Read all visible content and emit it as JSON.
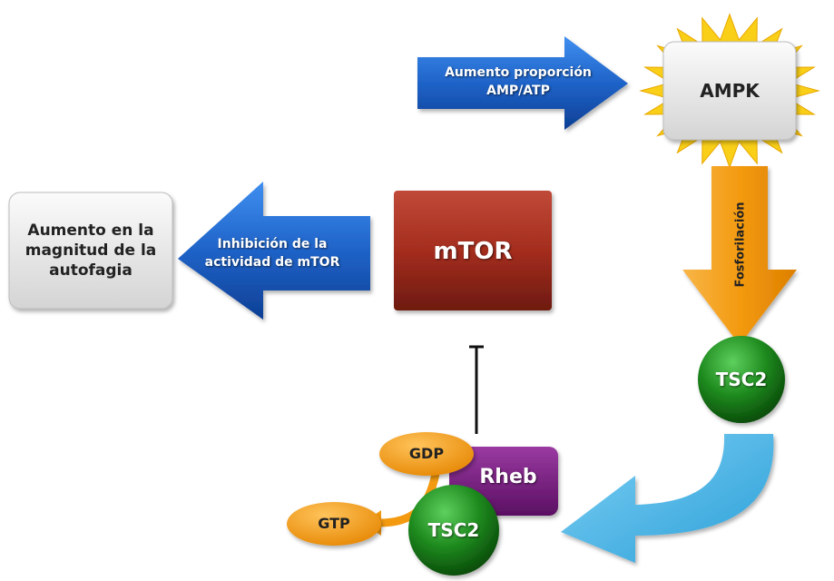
{
  "ratio_arrow": {
    "line1": "Aumento proporción",
    "line2": "AMP/ATP"
  },
  "ampk": {
    "label": "AMPK"
  },
  "phosphorylation_arrow": {
    "label": "Fosforilación"
  },
  "tsc2_top": {
    "label": "TSC2"
  },
  "mtor": {
    "label": "mTOR"
  },
  "inhibition_arrow": {
    "line1": "Inhibición de la",
    "line2": "actividad de mTOR"
  },
  "autophagy_box": {
    "line1": "Aumento en la",
    "line2": "magnitud de la",
    "line3": "autofagia"
  },
  "rheb": {
    "label": "Rheb"
  },
  "gdp": {
    "label": "GDP"
  },
  "gtp": {
    "label": "GTP"
  },
  "tsc2_bottom": {
    "label": "TSC2"
  },
  "colors": {
    "blue_arrow": "#1f63c8",
    "orange_arrow": "#f6a020",
    "mtor_red": "#a42d1e",
    "green_circle": "#1e8a1e",
    "purple_rheb": "#7a1e82",
    "orange_oval": "#f39a10",
    "light_blue_arrow": "#4fb8ea",
    "gray_box": "#e8e8e8",
    "sun_yellow": "#f9cf18"
  }
}
